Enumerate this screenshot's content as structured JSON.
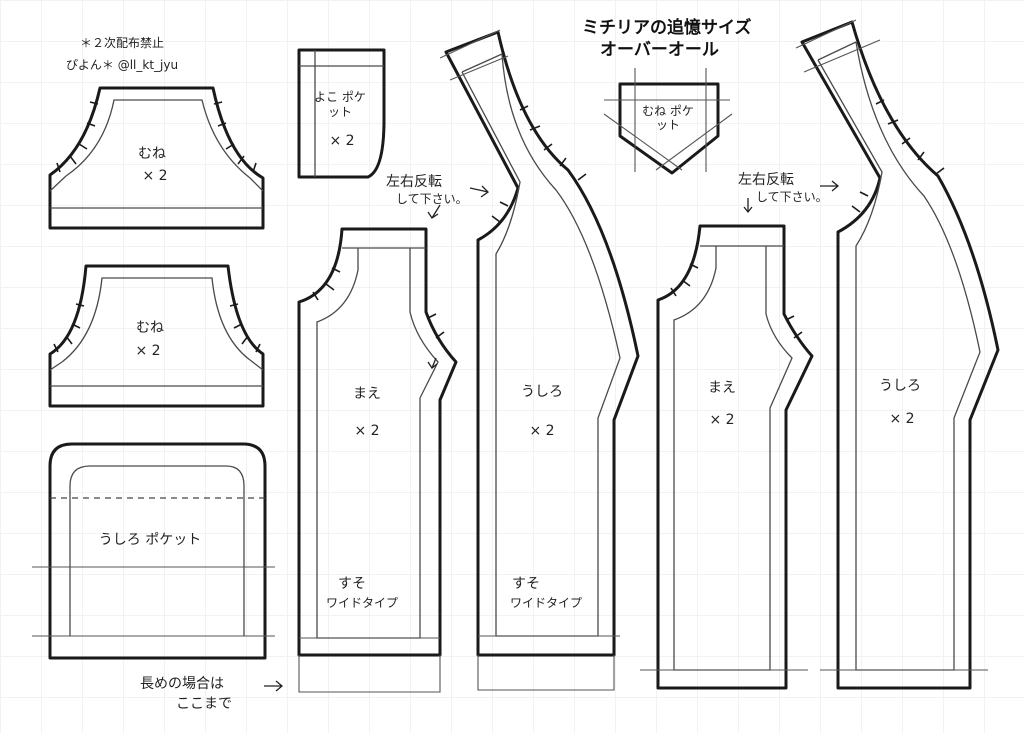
{
  "header": {
    "notice": "＊２次配布禁止",
    "credit": "ぴよん＊ @ll_kt_jyu",
    "title_line1": "ミチリアの追憶サイズ",
    "title_line2": "オーバーオール"
  },
  "pieces": {
    "bib_front": {
      "name": "むね",
      "qty": "× 2"
    },
    "bib_back": {
      "name": "むね",
      "qty": "× 2"
    },
    "back_pocket": {
      "name": "うしろ ポケット"
    },
    "side_pocket": {
      "name": "よこ ポケット",
      "qty": "× 2"
    },
    "bib_pocket": {
      "name": "むね ポケット"
    },
    "wide_front": {
      "name": "まえ",
      "qty": "× 2",
      "hem_note_1": "すそ",
      "hem_note_2": "ワイドタイプ"
    },
    "wide_back": {
      "name": "うしろ",
      "qty": "× 2",
      "hem_note_1": "すそ",
      "hem_note_2": "ワイドタイプ"
    },
    "slim_front": {
      "name": "まえ",
      "qty": "× 2"
    },
    "slim_back": {
      "name": "うしろ",
      "qty": "× 2"
    }
  },
  "notes": {
    "flip_1_line1": "左右反転",
    "flip_1_line2": "して下さい。",
    "flip_2_line1": "左右反転",
    "flip_2_line2": "して下さい。",
    "long_line1": "長めの場合は",
    "long_line2": "ここまで"
  }
}
